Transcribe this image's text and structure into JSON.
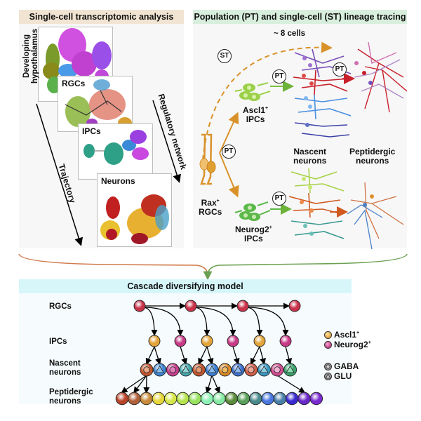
{
  "panels": {
    "left": {
      "title": "Single-cell transcriptomic analysis",
      "umaps": [
        {
          "label": "",
          "side_label": "Developing hypothalamus"
        },
        {
          "label": "RGCs"
        },
        {
          "label": "IPCs"
        },
        {
          "label": "Neurons"
        }
      ],
      "arrows": {
        "trajectory": "Trajectory",
        "regulatory": "Regulatory network"
      }
    },
    "right": {
      "title": "Population (PT) and single-cell (ST) lineage tracing",
      "cells_label": "~ 8 cells",
      "badges": {
        "st": "ST",
        "pt": "PT"
      },
      "rgc_label_line1": "Rax",
      "rgc_label_sup": "+",
      "rgc_label_line2": "RGCs",
      "ascl1_label_line1": "Ascl1",
      "ascl1_sup": "+",
      "ascl1_label_line2": "IPCs",
      "neurog2_label_line1": "Neurog2",
      "neurog2_sup": "+",
      "neurog2_label_line2": "IPCs",
      "nascent_label_line1": "Nascent",
      "nascent_label_line2": "neurons",
      "peptidergic_label_line1": "Peptidergic",
      "peptidergic_label_line2": "neurons"
    },
    "bottom": {
      "title": "Cascade diversifying model",
      "rows": {
        "rgcs": "RGCs",
        "ipcs": "IPCs",
        "nascent_line1": "Nascent",
        "nascent_line2": "neurons",
        "peptidergic_line1": "Peptidergic",
        "peptidergic_line2": "neurons"
      },
      "legend": {
        "ascl1": "Ascl1",
        "ascl1_sup": "+",
        "neurog2": "Neurog2",
        "neurog2_sup": "+",
        "gaba": "GABA",
        "glu": "GLU"
      },
      "colors": {
        "rgc": "#c8334a",
        "ascl1": "#e3a43a",
        "neurog2": "#c73a86"
      },
      "rgc_count": 4,
      "ipc_sequence": [
        "ascl1",
        "neurog2",
        "ascl1",
        "neurog2",
        "ascl1",
        "neurog2"
      ],
      "nascent": [
        {
          "shape": "gaba",
          "color": "#c2552e",
          "inner": "#e9a98a"
        },
        {
          "shape": "glu",
          "color": "#3f86d6",
          "inner": "#8cc2ee"
        },
        {
          "shape": "gaba",
          "color": "#c63f8c",
          "inner": "#e47fbd"
        },
        {
          "shape": "glu",
          "color": "#46a8b0",
          "inner": "#8fd3d3"
        },
        {
          "shape": "gaba",
          "color": "#c2552e",
          "inner": "#e59a72"
        },
        {
          "shape": "glu",
          "color": "#3c7fd4",
          "inner": "#86bdee"
        },
        {
          "shape": "gaba",
          "color": "#d88a2a",
          "inner": "#f0bb66"
        },
        {
          "shape": "glu",
          "color": "#3e74d0",
          "inner": "#8fb8ee"
        },
        {
          "shape": "gaba",
          "color": "#d0604a",
          "inner": "#f0a898"
        },
        {
          "shape": "glu",
          "color": "#3d98c2",
          "inner": "#8fd0e4"
        },
        {
          "shape": "gaba",
          "color": "#d24c90",
          "inner": "#f2b2d4"
        },
        {
          "shape": "glu",
          "color": "#3aa36c",
          "inner": "#8ee0b2"
        }
      ],
      "peptidergic_colors": [
        "#b8452a",
        "#b0603a",
        "#c68a3a",
        "#e6d63a",
        "#d6e64a",
        "#b6e44e",
        "#98e25e",
        "#8ef0b4",
        "#86eaa2",
        "#5a8a3a",
        "#5aa05a",
        "#4a8a8a",
        "#4a78e0",
        "#4a80a8",
        "#3a2ad0",
        "#6a28c8",
        "#7a2ad0"
      ],
      "links": {
        "rgc_to_rgc": [
          [
            0,
            1
          ],
          [
            1,
            2
          ],
          [
            2,
            3
          ]
        ],
        "rgc_to_ipc": [
          [
            0,
            0
          ],
          [
            0,
            1
          ],
          [
            1,
            2
          ],
          [
            1,
            3
          ],
          [
            2,
            4
          ],
          [
            2,
            5
          ]
        ],
        "ipc_to_nascent": [
          [
            0,
            0
          ],
          [
            0,
            1
          ],
          [
            1,
            3
          ],
          [
            2,
            4
          ],
          [
            2,
            5
          ],
          [
            3,
            7
          ],
          [
            4,
            8
          ],
          [
            4,
            9
          ],
          [
            5,
            11
          ]
        ],
        "nascent_to_peptidergic": [
          [
            0,
            0
          ],
          [
            0,
            1
          ],
          [
            0,
            2
          ],
          [
            5,
            7
          ],
          [
            5,
            8
          ],
          [
            10,
            15
          ]
        ]
      }
    }
  }
}
